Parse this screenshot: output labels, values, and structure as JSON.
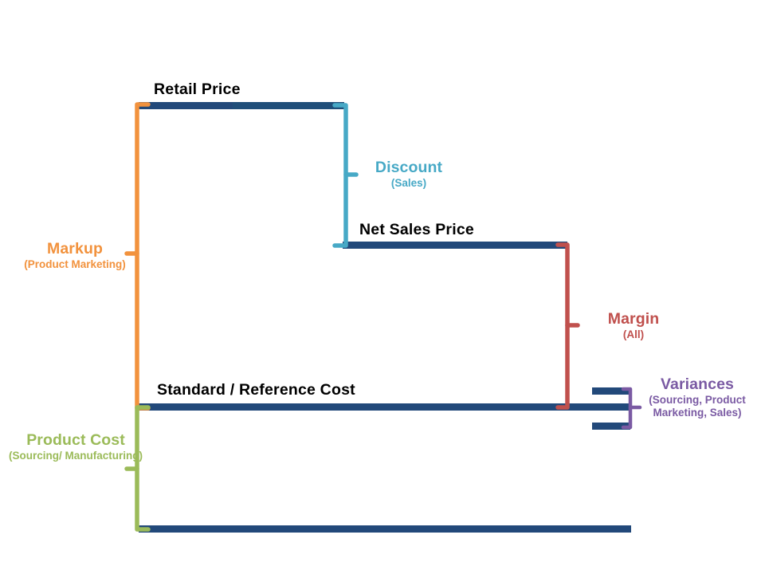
{
  "diagram": {
    "type": "price-waterfall-bracket-diagram",
    "colors": {
      "bar_navy": "#22497A",
      "markup_orange": "#F2923D",
      "discount_teal": "#47A9C6",
      "margin_red": "#C0504D",
      "product_cost_green": "#9BBB59",
      "variances_purple": "#7A5AA3",
      "label_black": "#000000",
      "background": "#FFFFFF"
    },
    "level_labels": [
      {
        "id": "retail-price",
        "text": "Retail Price"
      },
      {
        "id": "net-sales-price",
        "text": "Net Sales Price"
      },
      {
        "id": "standard-reference-cost",
        "text": "Standard / Reference Cost"
      }
    ],
    "bracket_labels": [
      {
        "id": "markup",
        "title": "Markup",
        "subtitle": "(Product\nMarketing)",
        "owners": [
          "Product Marketing"
        ],
        "color": "#F2923D",
        "side": "left",
        "spans": [
          "Retail Price",
          "Standard / Reference Cost"
        ]
      },
      {
        "id": "discount",
        "title": "Discount",
        "subtitle": "(Sales)",
        "owners": [
          "Sales"
        ],
        "color": "#47A9C6",
        "side": "right",
        "spans": [
          "Retail Price",
          "Net Sales Price"
        ]
      },
      {
        "id": "margin",
        "title": "Margin",
        "subtitle": "(All)",
        "owners": [
          "All"
        ],
        "color": "#C0504D",
        "side": "right",
        "spans": [
          "Net Sales Price",
          "Standard / Reference Cost"
        ]
      },
      {
        "id": "product-cost",
        "title": "Product\nCost",
        "subtitle": "(Sourcing/\nManufacturing)",
        "owners": [
          "Sourcing",
          "Manufacturing"
        ],
        "color": "#9BBB59",
        "side": "left",
        "spans": [
          "Standard / Reference Cost",
          "Bottom"
        ]
      },
      {
        "id": "variances",
        "title": "Variances",
        "subtitle": "(Sourcing,\nProduct Marketing,\nSales)",
        "owners": [
          "Sourcing",
          "Product Marketing",
          "Sales"
        ],
        "color": "#7A5AA3",
        "side": "right",
        "spans": [
          "Variance band around Standard / Reference Cost"
        ]
      }
    ]
  }
}
